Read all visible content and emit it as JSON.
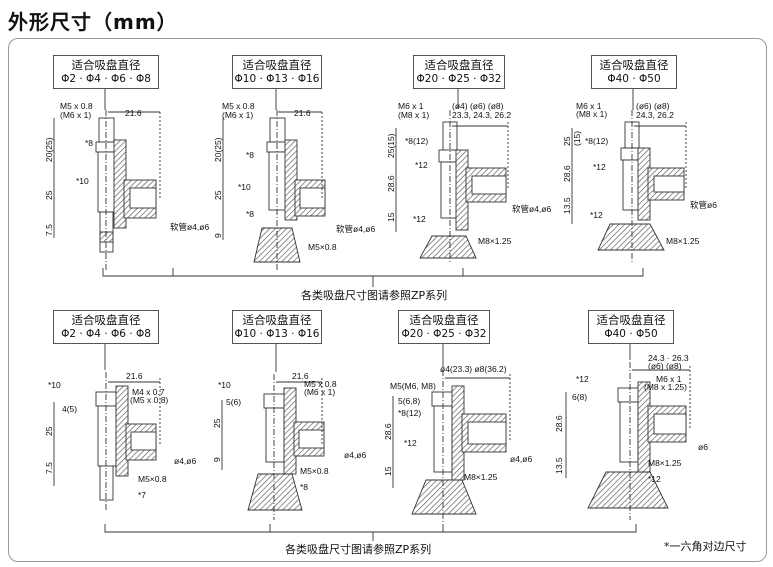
{
  "heading": "外形尺寸（mm）",
  "label_line1": "适合吸盘直径",
  "groups_top": [
    {
      "d": "Φ2 · Φ4 · Φ6 · Φ8"
    },
    {
      "d": "Φ10 · Φ13 · Φ16"
    },
    {
      "d": "Φ20 · Φ25 · Φ32"
    },
    {
      "d": "Φ40 · Φ50"
    }
  ],
  "groups_bottom": [
    {
      "d": "Φ2 · Φ4 · Φ6 · Φ8"
    },
    {
      "d": "Φ10 · Φ13 · Φ16"
    },
    {
      "d": "Φ20 · Φ25 · Φ32"
    },
    {
      "d": "Φ40 · Φ50"
    }
  ],
  "ref_caption": "各类吸盘尺寸图请参照ZP系列",
  "footnote": "*一六角对边尺寸",
  "dims": {
    "a1": "M5 x 0.8",
    "a2": "(M6 x 1)",
    "a3": "21.6",
    "a4": "20(25)",
    "a5": "*8",
    "a6": "*10",
    "a7": "25",
    "a8": "7.5",
    "a9": "软管ø4,ø6",
    "b1": "M5 x 0.8",
    "b2": "(M6 x 1)",
    "b3": "21.6",
    "b4": "20(25)",
    "b5": "*8",
    "b6": "*10",
    "b7": "25",
    "b8": "*8",
    "b9": "9",
    "b10": "软管ø4,ø6",
    "b11": "M5×0.8",
    "c1": "M6 x 1",
    "c2": "(M8 x 1)",
    "c3": "(ø4)  (ø6)  (ø8)",
    "c4": "23.3, 24.3, 26.2",
    "c5": "25(15)",
    "c6": "*8(12)",
    "c7": "*12",
    "c8": "28.6",
    "c9": "15",
    "c10": "*12",
    "c11": "软管ø4,ø6",
    "c12": "M8×1.25",
    "d1": "M6 x 1",
    "d2": "(M8 x 1)",
    "d3": "(ø6)  (ø8)",
    "d4": "24.3, 26.2",
    "d5": "25",
    "d6": "(15)",
    "d7": "*8(12)",
    "d8": "*12",
    "d9": "28.6",
    "d10": "13.5",
    "d11": "*12",
    "d12": "软管ø6",
    "d13": "M8×1.25",
    "e1": "*10",
    "e2": "21.6",
    "e3": "M4 x 0.7",
    "e4": "(M5 x 0.8)",
    "e5": "4(5)",
    "e6": "25",
    "e7": "7.5",
    "e8": "ø4,ø6",
    "e9": "M5×0.8",
    "e10": "*7",
    "f1": "*10",
    "f2": "21.6",
    "f3": "M5 x 0.8",
    "f4": "(M6 x 1)",
    "f5": "5(6)",
    "f6": "25",
    "f7": "9",
    "f8": "ø4,ø6",
    "f9": "M5×0.8",
    "f10": "*8",
    "g1": "ø4(23.3)  ø8(36.2)",
    "g2": "M5(M6,   M8)",
    "g3": "5(6,8)",
    "g4": "*8(12)",
    "g5": "28.6",
    "g6": "*12",
    "g7": "15",
    "g8": "ø4,ø6",
    "g9": "M8×1.25",
    "h1": "24.3 · 26.3",
    "h2": "(ø6)   (ø8)",
    "h3": "M6 x 1",
    "h4": "(M8 x 1.25)",
    "h5": "*12",
    "h6": "6(8)",
    "h7": "28.6",
    "h8": "13.5",
    "h9": "M8×1.25",
    "h10": "*12",
    "h11": "ø6"
  }
}
